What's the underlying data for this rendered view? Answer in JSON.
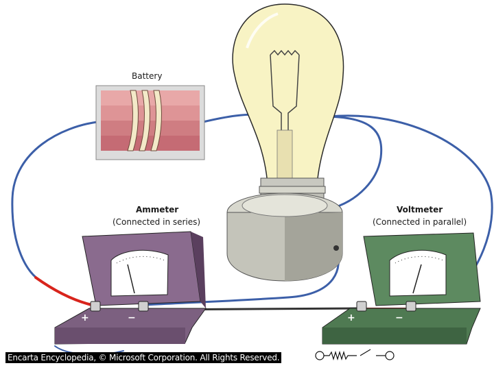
{
  "labels": {
    "battery": "Battery",
    "ammeter": "Ammeter",
    "ammeter_note": "(Connected in series)",
    "voltmeter": "Voltmeter",
    "voltmeter_note": "(Connected in parallel)",
    "plus": "+",
    "minus": "−"
  },
  "footer": {
    "copyright": "Encarta Encyclopedia, © Microsoft Corporation. All Rights Reserved."
  },
  "colors": {
    "wire_blue": "#3c5fa8",
    "wire_red": "#d8241c",
    "ammeter_body": "#7c6080",
    "voltmeter_body": "#4f7a52",
    "bulb_glass": "#f8f3c4",
    "battery_body": "#d98a8e"
  }
}
